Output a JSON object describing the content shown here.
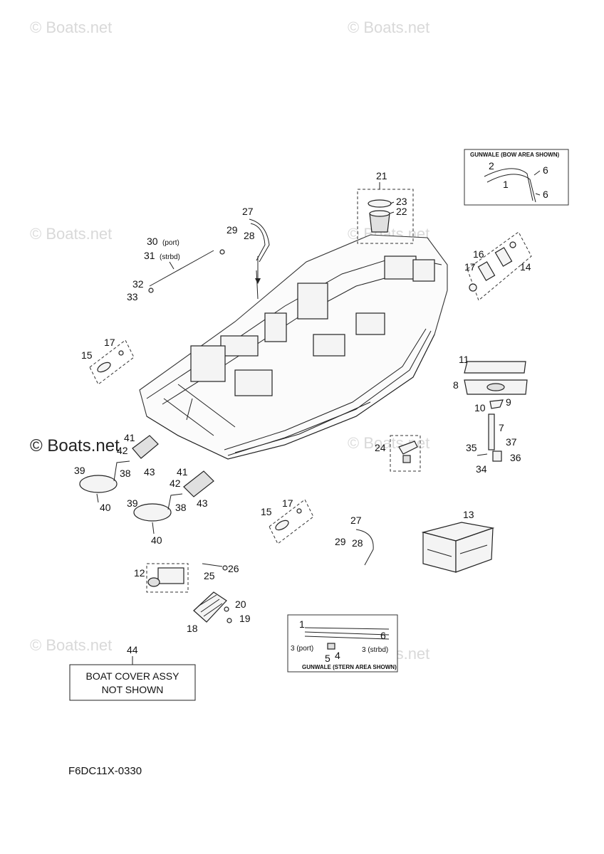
{
  "watermark": "© Boats.net",
  "gunwale_bow_title": "GUNWALE (BOW AREA SHOWN)",
  "gunwale_stern_title": "GUNWALE (STERN AREA SHOWN)",
  "boat_cover_note_line1": "BOAT COVER ASSY",
  "boat_cover_note_line2": "NOT SHOWN",
  "diagram_code": "F6DC11X-0330",
  "labels": {
    "l1": "1",
    "l1s": "1",
    "l2": "2",
    "l3port": "3 (port)",
    "l3strbd": "3 (strbd)",
    "l4": "4",
    "l5": "5",
    "l6a": "6",
    "l6b": "6",
    "l6c": "6",
    "l7": "7",
    "l8": "8",
    "l9": "9",
    "l10": "10",
    "l11": "11",
    "l12": "12",
    "l13": "13",
    "l14": "14",
    "l15a": "15",
    "l15b": "15",
    "l16": "16",
    "l17a": "17",
    "l17b": "17",
    "l17c": "17",
    "l18": "18",
    "l19": "19",
    "l20": "20",
    "l21": "21",
    "l22": "22",
    "l23": "23",
    "l24": "24",
    "l25": "25",
    "l26": "26",
    "l27a": "27",
    "l27b": "27",
    "l28a": "28",
    "l28b": "28",
    "l29a": "29",
    "l29b": "29",
    "l30": "30",
    "l30sub": "(port)",
    "l31": "31",
    "l31sub": "(strbd)",
    "l32": "32",
    "l33": "33",
    "l34": "34",
    "l35": "35",
    "l36": "36",
    "l37": "37",
    "l38a": "38",
    "l38b": "38",
    "l39a": "39",
    "l39b": "39",
    "l40a": "40",
    "l40b": "40",
    "l41a": "41",
    "l41b": "41",
    "l42a": "42",
    "l42b": "42",
    "l43a": "43",
    "l43b": "43",
    "l44": "44"
  }
}
